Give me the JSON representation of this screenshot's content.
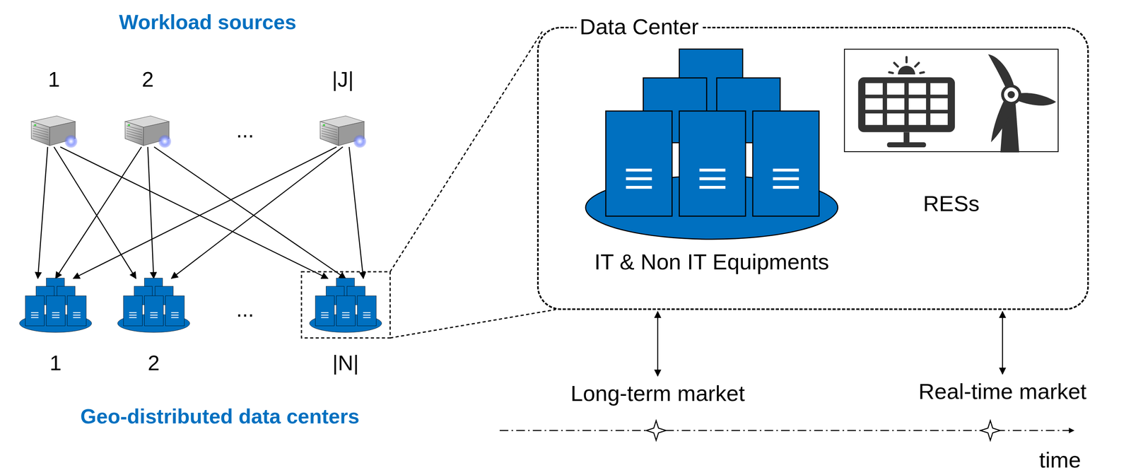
{
  "diagram": {
    "nodes": [
      {
        "text": [
          "1"
        ]
      },
      {
        "text": [
          "2"
        ]
      },
      {
        "text": [
          "|J|"
        ]
      },
      {
        "text": [
          "1"
        ]
      },
      {
        "text": [
          "2"
        ]
      },
      {
        "text": [
          "|N|"
        ]
      },
      {
        "text": [
          "Data Center"
        ]
      },
      {
        "text": [
          "IT & Non IT Equipments"
        ],
        "in": 6
      },
      {
        "text": [
          "RESs"
        ],
        "in": 6
      },
      {
        "text": [
          "Long-term market"
        ]
      },
      {
        "text": [
          "Real-time market"
        ]
      }
    ],
    "edges": [
      {
        "from": 0,
        "to": 3,
        "arrow": "to"
      },
      {
        "from": 0,
        "to": 4,
        "arrow": "to"
      },
      {
        "from": 0,
        "to": 5,
        "arrow": "to"
      },
      {
        "from": 1,
        "to": 3,
        "arrow": "to"
      },
      {
        "from": 1,
        "to": 4,
        "arrow": "to"
      },
      {
        "from": 1,
        "to": 5,
        "arrow": "to"
      },
      {
        "from": 2,
        "to": 3,
        "arrow": "to"
      },
      {
        "from": 2,
        "to": 4,
        "arrow": "to"
      },
      {
        "from": 2,
        "to": 5,
        "arrow": "to"
      },
      {
        "from": 6,
        "to": 9,
        "arrow": "both"
      },
      {
        "from": 6,
        "to": 10,
        "arrow": "both"
      }
    ],
    "labels": [
      "Workload sources",
      "...",
      "...",
      "Geo-distributed data centers",
      "time"
    ]
  }
}
